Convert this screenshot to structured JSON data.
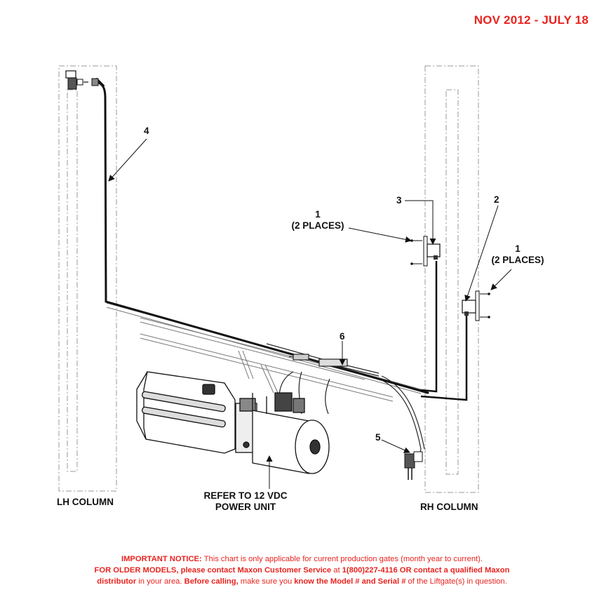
{
  "header": {
    "date_range": "NOV 2012 - JULY 18"
  },
  "callouts": {
    "c1_left_num": "1",
    "c1_left_note": "(2 PLACES)",
    "c1_right_num": "1",
    "c1_right_note": "(2 PLACES)",
    "c2": "2",
    "c3": "3",
    "c4": "4",
    "c5": "5",
    "c6": "6"
  },
  "labels": {
    "lh_column": "LH COLUMN",
    "rh_column": "RH COLUMN",
    "refer_line1": "REFER TO 12 VDC",
    "refer_line2": "POWER UNIT"
  },
  "notice": {
    "l1_bold": "IMPORTANT NOTICE:",
    "l1_text": " This chart is only applicable for current production gates (month year to current).",
    "l2_bold_a": "FOR OLDER MODELS, please contact Maxon Customer Service",
    "l2_text_a": " at ",
    "l2_bold_b": "1(800)227-4116 OR contact a qualified Maxon",
    "l3_bold_a": "distributor",
    "l3_text_a": " in your area. ",
    "l3_bold_b": "Before calling,",
    "l3_text_b": " make sure you ",
    "l3_bold_c": "know the Model # and Serial #",
    "l3_text_c": " of the Liftgate(s) in question."
  }
}
